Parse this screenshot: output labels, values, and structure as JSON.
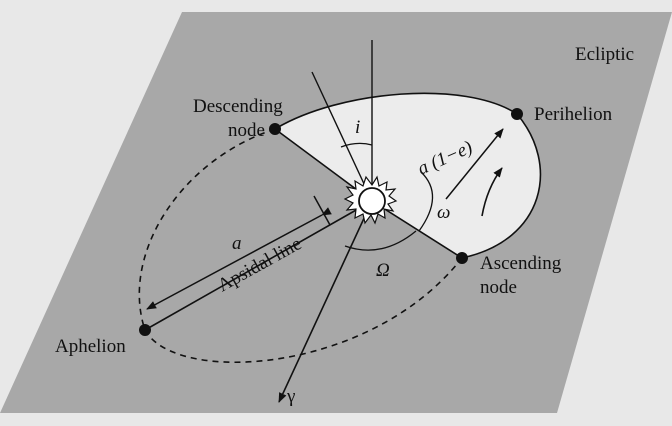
{
  "labels": {
    "ecliptic": "Ecliptic",
    "descending_node_line1": "Descending",
    "descending_node_line2": "node",
    "perihelion": "Perihelion",
    "ascending_node_line1": "Ascending",
    "ascending_node_line2": "node",
    "aphelion": "Aphelion",
    "apsidal_line": "Apsidal line",
    "semi_major_axis": "a",
    "perihelion_distance": "a (1−e)",
    "inclination": "i",
    "argument_of_perihelion": "ω",
    "longitude_of_node": "Ω",
    "vernal_equinox": "γ"
  },
  "colors": {
    "background": "#e8e8e8",
    "ecliptic_plane": "#a8a8a8",
    "orbit_fill": "#ececec",
    "line": "#111111",
    "sun_fill": "#ffffff"
  }
}
